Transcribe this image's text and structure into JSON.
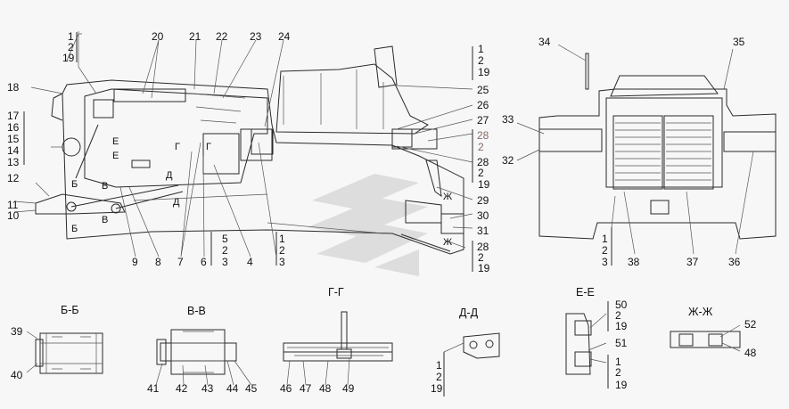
{
  "callouts": {
    "n1": "1",
    "n2": "2",
    "n3": "3",
    "n4": "4",
    "n5": "5",
    "n6": "6",
    "n7": "7",
    "n8": "8",
    "n9": "9",
    "n10": "10",
    "n11": "11",
    "n12": "12",
    "n13": "13",
    "n14": "14",
    "n15": "15",
    "n16": "16",
    "n17": "17",
    "n18": "18",
    "n19": "19",
    "n20": "20",
    "n21": "21",
    "n22": "22",
    "n23": "23",
    "n24": "24",
    "n25": "25",
    "n26": "26",
    "n27": "27",
    "n28": "28",
    "n29": "29",
    "n30": "30",
    "n31": "31",
    "n32": "32",
    "n33": "33",
    "n34": "34",
    "n35": "35",
    "n36": "36",
    "n37": "37",
    "n38": "38",
    "n39": "39",
    "n40": "40",
    "n41": "41",
    "n42": "42",
    "n43": "43",
    "n44": "44",
    "n45": "45",
    "n46": "46",
    "n47": "47",
    "n48": "48",
    "n49": "49",
    "n50": "50",
    "n51": "51",
    "n52": "52"
  },
  "section_marks": {
    "B": "Б",
    "V": "В",
    "G": "Г",
    "D": "Д",
    "E": "Е",
    "Zh": "Ж"
  },
  "section_titles": {
    "bb": "Б-Б",
    "vv": "В-В",
    "gg": "Г-Г",
    "dd": "Д-Д",
    "ee": "Е-Е",
    "zhzh": "Ж-Ж"
  },
  "colors": {
    "line": "#2a2a2a",
    "background": "#f7f7f7",
    "watermark": "#c8c8c8",
    "highlight": "#8a6a6a"
  }
}
